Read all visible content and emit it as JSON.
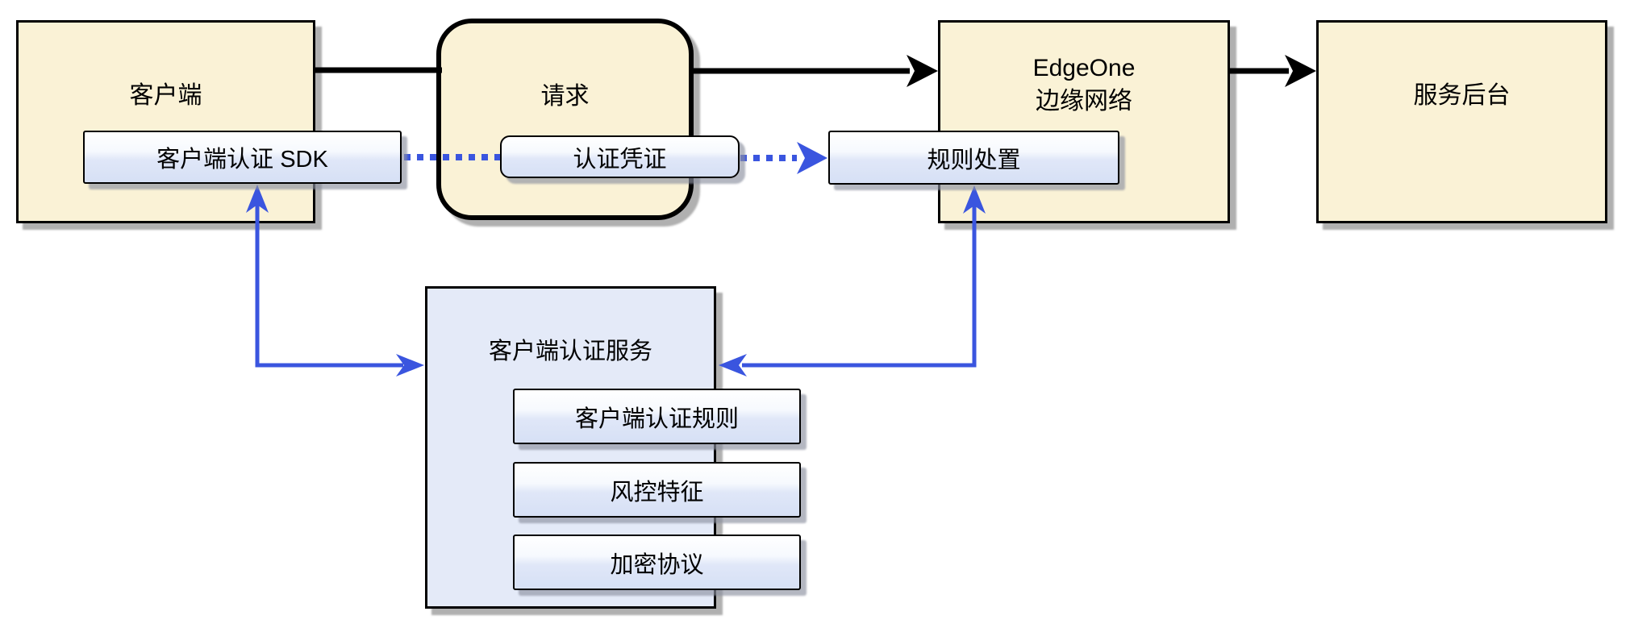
{
  "diagram": {
    "nodes": {
      "client": {
        "label": "客户端"
      },
      "request": {
        "label": "请求"
      },
      "edgeone": {
        "lines": [
          "EdgeOne",
          "边缘网络"
        ]
      },
      "backend": {
        "label": "服务后台"
      },
      "auth_service": {
        "label": "客户端认证服务"
      }
    },
    "buttons": {
      "client_sdk": {
        "label": "客户端认证 SDK"
      },
      "auth_credential": {
        "label": "认证凭证"
      },
      "rule_handling": {
        "label": "规则处置"
      },
      "client_auth_rules": {
        "label": "客户端认证规则"
      },
      "risk_features": {
        "label": "风控特征"
      },
      "encryption_protocol": {
        "label": "加密协议"
      }
    },
    "edges": [
      {
        "from": "client",
        "to": "request",
        "style": "solid-black",
        "arrowhead": false
      },
      {
        "from": "request",
        "to": "edgeone",
        "style": "solid-black",
        "arrowhead": true
      },
      {
        "from": "edgeone",
        "to": "backend",
        "style": "solid-black",
        "arrowhead": true
      },
      {
        "from": "client_sdk",
        "to": "auth_credential",
        "style": "dotted-blue",
        "arrowhead": false
      },
      {
        "from": "auth_credential",
        "to": "rule_handling",
        "style": "dotted-blue",
        "arrowhead": true
      },
      {
        "from": "client_sdk",
        "to": "auth_service",
        "style": "solid-blue-elbow",
        "arrowhead": "both"
      },
      {
        "from": "rule_handling",
        "to": "auth_service",
        "style": "solid-blue-elbow",
        "arrowhead": "both"
      }
    ],
    "colors": {
      "node_fill_cream": "#FAF2D6",
      "service_fill_lavender": "#E4EAF8",
      "button_gradient_bottom": "#D6E0F5",
      "accent_blue": "#3A55DF",
      "border_black": "#000000",
      "shadow_gray": "#ABABAB"
    }
  }
}
